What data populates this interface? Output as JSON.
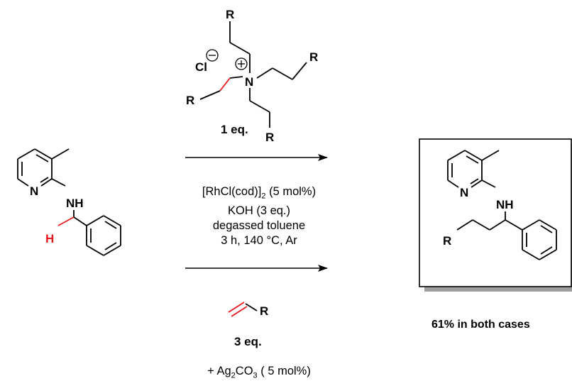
{
  "reagent_top": {
    "counter_ion": "Cl",
    "r_group": "R",
    "nitrogen": "N",
    "equivalents": "1 eq."
  },
  "substrate": {
    "ring_n": "N",
    "amine": "NH",
    "hydrogen": "H"
  },
  "conditions": {
    "catalyst_main": "[RhCl(cod)]",
    "catalyst_sub": "2",
    "catalyst_loading": " (5 mol%)",
    "base": "KOH (3 eq.)",
    "solvent": "degassed toluene",
    "time_temp": "3 h, 140 °C, Ar"
  },
  "reagent_bottom": {
    "r_group": "R",
    "equivalents": "3 eq."
  },
  "additive": {
    "prefix": "+ Ag",
    "sub1": "2",
    "middle": "CO",
    "sub2": "3",
    "suffix": " ( 5 mol%)"
  },
  "product": {
    "ring_n": "N",
    "amine": "NH",
    "r_group": "R"
  },
  "yield_note": "61% in both cases",
  "colors": {
    "highlight": "#e8191c",
    "bond": "#000000",
    "box_shadow": "#9e9e9e"
  }
}
